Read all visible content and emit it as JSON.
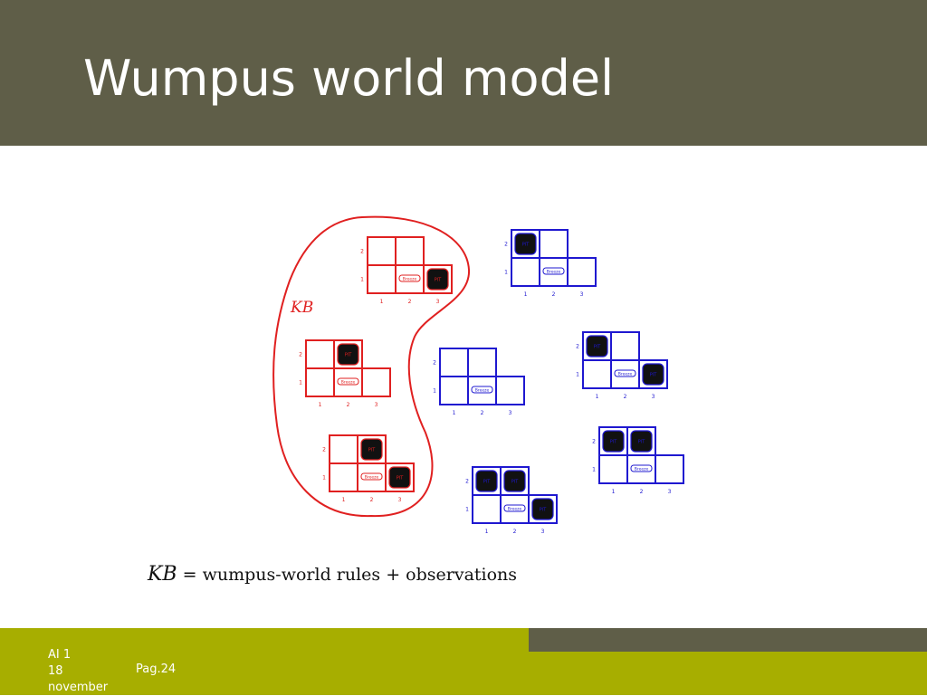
{
  "slide": {
    "title": "Wumpus world model",
    "footer": {
      "course": "AI 1",
      "date_day": "18",
      "date_month": "november",
      "page": "Pag.24"
    },
    "caption": {
      "lhs": "KB",
      "equals": "=",
      "rhs": "wumpus-world rules + observations"
    }
  },
  "diagram": {
    "kb_label": "KB",
    "pit_label": "PIT",
    "breeze_label": "Breeze",
    "row_labels": [
      "1",
      "2"
    ],
    "col_labels": [
      "1",
      "2",
      "3"
    ],
    "colors": {
      "kb": "#e02020",
      "other": "#1f18d0"
    },
    "models": [
      {
        "id": "kb-model-1",
        "in_kb": true,
        "pits": [
          "3,1"
        ]
      },
      {
        "id": "kb-model-2",
        "in_kb": true,
        "pits": [
          "2,2"
        ]
      },
      {
        "id": "kb-model-3",
        "in_kb": true,
        "pits": [
          "2,2",
          "3,1"
        ]
      },
      {
        "id": "model-4",
        "in_kb": false,
        "pits": [
          "1,2"
        ]
      },
      {
        "id": "model-5",
        "in_kb": false,
        "pits": []
      },
      {
        "id": "model-6",
        "in_kb": false,
        "pits": [
          "1,2",
          "3,1"
        ]
      },
      {
        "id": "model-7",
        "in_kb": false,
        "pits": [
          "1,2",
          "2,2"
        ]
      },
      {
        "id": "model-8",
        "in_kb": false,
        "pits": [
          "1,2",
          "2,2",
          "3,1"
        ]
      }
    ]
  }
}
